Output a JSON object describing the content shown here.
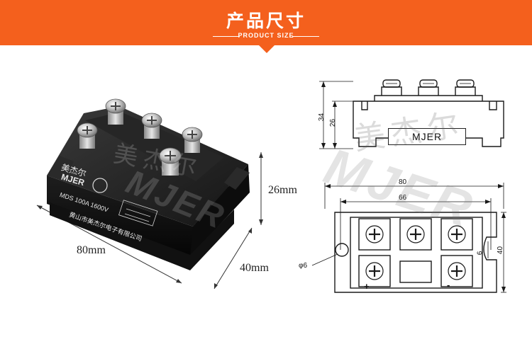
{
  "header": {
    "title": "产品尺寸",
    "subtitle": "PRODUCT SIZE",
    "background_color": "#f4601d"
  },
  "product_photo": {
    "dimension_length": "80mm",
    "dimension_width": "40mm",
    "dimension_height": "26mm",
    "brand_cn": "美杰尔",
    "brand_en": "MJER",
    "model": "MDS 100A 1600V",
    "company": "黄山市美杰尔电子有限公司"
  },
  "drawing": {
    "label_box": "MJER",
    "dims": {
      "top_height_total": "34",
      "top_height_body": "26",
      "overall_length": "80",
      "hole_spacing": "66",
      "slot": "6",
      "width": "40",
      "hole_diameter": "φ6"
    },
    "terminal_plus": "+",
    "terminal_minus": "-"
  },
  "watermark": {
    "cn": "美杰尔",
    "en": "MJER"
  }
}
